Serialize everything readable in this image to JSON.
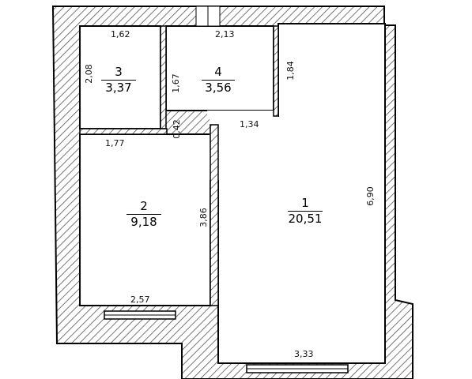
{
  "rooms": [
    {
      "number": "1",
      "area": "20,51"
    },
    {
      "number": "2",
      "area": "9,18"
    },
    {
      "number": "3",
      "area": "3,37"
    },
    {
      "number": "4",
      "area": "3,56"
    }
  ],
  "dimensions": {
    "d_1_62": "1,62",
    "d_2_13": "2,13",
    "d_2_08": "2,08",
    "d_1_67": "1,67",
    "d_1_84": "1,84",
    "d_0_42": "0,42",
    "d_1_34": "1,34",
    "d_1_77": "1,77",
    "d_3_86": "3,86",
    "d_6_90": "6,90",
    "d_2_57": "2,57",
    "d_3_33": "3,33"
  },
  "colors": {
    "wall_line": "#000000",
    "hatch": "#444444",
    "background": "#ffffff"
  }
}
